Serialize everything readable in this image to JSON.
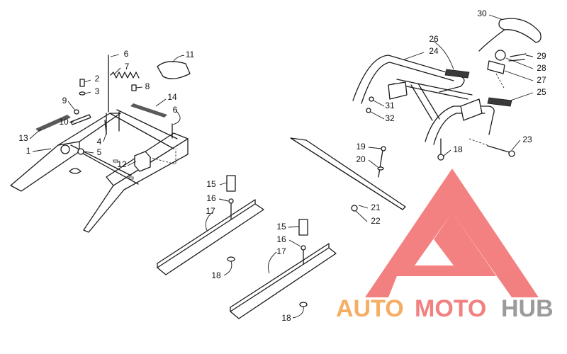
{
  "diagram": {
    "callouts": [
      {
        "id": "c1",
        "text": "1"
      },
      {
        "id": "c2",
        "text": "2"
      },
      {
        "id": "c3",
        "text": "3"
      },
      {
        "id": "c4",
        "text": "4"
      },
      {
        "id": "c5",
        "text": "5"
      },
      {
        "id": "c6a",
        "text": "6"
      },
      {
        "id": "c6b",
        "text": "6"
      },
      {
        "id": "c7",
        "text": "7"
      },
      {
        "id": "c8",
        "text": "8"
      },
      {
        "id": "c9",
        "text": "9"
      },
      {
        "id": "c10",
        "text": "10"
      },
      {
        "id": "c11",
        "text": "11"
      },
      {
        "id": "c12",
        "text": "12"
      },
      {
        "id": "c13",
        "text": "13"
      },
      {
        "id": "c14",
        "text": "14"
      },
      {
        "id": "c15a",
        "text": "15"
      },
      {
        "id": "c16a",
        "text": "16"
      },
      {
        "id": "c17a",
        "text": "17"
      },
      {
        "id": "c18a",
        "text": "18"
      },
      {
        "id": "c15b",
        "text": "15"
      },
      {
        "id": "c16b",
        "text": "16"
      },
      {
        "id": "c17b",
        "text": "17"
      },
      {
        "id": "c18b",
        "text": "18"
      },
      {
        "id": "c18c",
        "text": "18"
      },
      {
        "id": "c19",
        "text": "19"
      },
      {
        "id": "c20",
        "text": "20"
      },
      {
        "id": "c21",
        "text": "21"
      },
      {
        "id": "c22",
        "text": "22"
      },
      {
        "id": "c23",
        "text": "23"
      },
      {
        "id": "c24",
        "text": "24"
      },
      {
        "id": "c25",
        "text": "25"
      },
      {
        "id": "c26",
        "text": "26"
      },
      {
        "id": "c27",
        "text": "27"
      },
      {
        "id": "c28",
        "text": "28"
      },
      {
        "id": "c29",
        "text": "29"
      },
      {
        "id": "c30",
        "text": "30"
      },
      {
        "id": "c31",
        "text": "31"
      },
      {
        "id": "c32",
        "text": "32"
      }
    ]
  },
  "watermark": {
    "word_auto": "AUTO",
    "word_moto": "MOTO",
    "word_hub": "HUB",
    "color_red": "#f26b6b",
    "color_orange": "#f5a04a",
    "color_gray": "#8a8a8a"
  }
}
